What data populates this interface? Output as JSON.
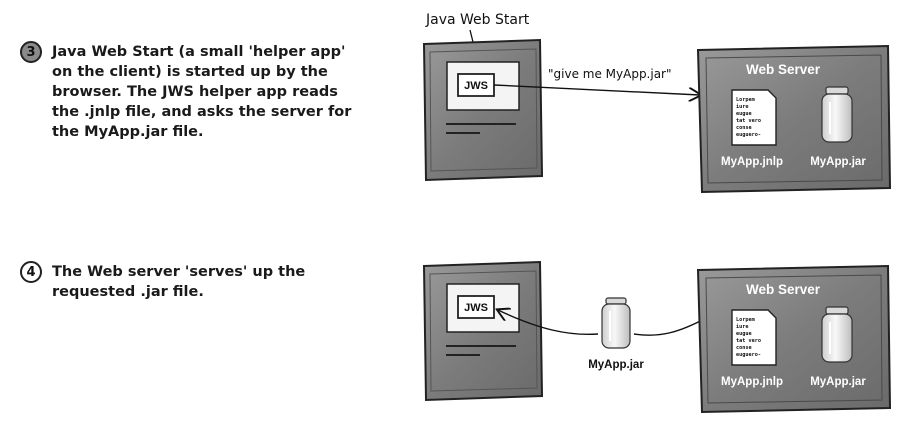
{
  "step3": {
    "number": "3",
    "lines": [
      "Java Web Start (a small 'helper app'",
      "on the client) is started up by the",
      "browser. The JWS helper app reads",
      "the .jnlp file, and asks the server for",
      "the MyApp.jar file."
    ]
  },
  "step4": {
    "number": "4",
    "lines": [
      "The Web server 'serves' up the",
      "requested .jar file."
    ]
  },
  "diagram3": {
    "callout": "Java Web Start",
    "client_label": "JWS",
    "request_text": "\"give me MyApp.jar\"",
    "server_title": "Web Server",
    "doc_lines": [
      "Lorpem",
      "iure",
      "eugue",
      "tat vero",
      "conse",
      "euguero-"
    ],
    "file1_label": "MyApp.jnlp",
    "file2_label": "MyApp.jar"
  },
  "diagram4": {
    "client_label": "JWS",
    "transfer_label": "MyApp.jar",
    "server_title": "Web Server",
    "doc_lines": [
      "Lorpem",
      "iure",
      "eugue",
      "tat vero",
      "conse",
      "euguero-"
    ],
    "file1_label": "MyApp.jnlp",
    "file2_label": "MyApp.jar"
  }
}
